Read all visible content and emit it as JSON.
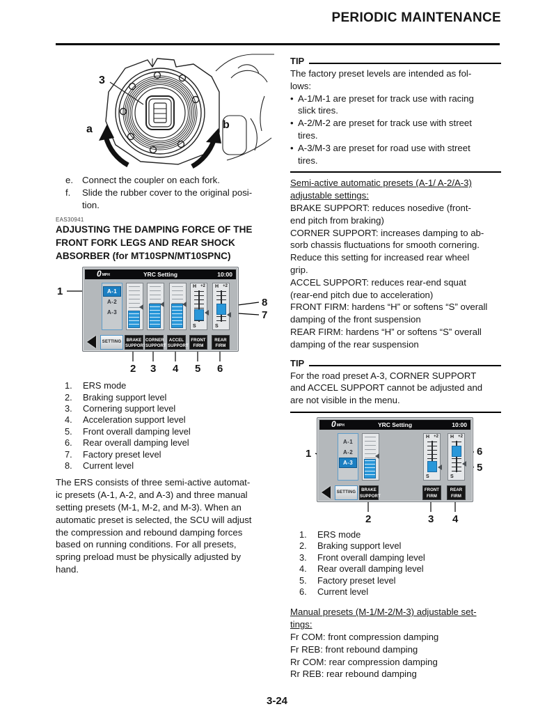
{
  "header": {
    "title": "PERIODIC MAINTENANCE"
  },
  "footer": {
    "page_number": "3-24"
  },
  "colors": {
    "accent_blue": "#1b7fc2",
    "bar_blue": "#2997d9",
    "screen_background": "#b4b8bb",
    "dark_button": "#151515"
  },
  "left": {
    "fig_fork": {
      "callout_3": "3",
      "callout_a": "a",
      "callout_b": "b"
    },
    "steps": [
      {
        "marker": "e.",
        "text": "Connect the coupler on each fork."
      },
      {
        "marker": "f.",
        "text": "Slide the rubber cover to the original posi-\ntion."
      }
    ],
    "section_code": "EAS30941",
    "section_title": "ADJUSTING THE DAMPING FORCE OF THE\nFRONT FORK LEGS AND REAR SHOCK\nABSORBER (for MT10SPN/MT10SPNC)",
    "fig1_list": [
      {
        "n": "1.",
        "text": "ERS mode"
      },
      {
        "n": "2.",
        "text": "Braking support level"
      },
      {
        "n": "3.",
        "text": "Cornering support level"
      },
      {
        "n": "4.",
        "text": "Acceleration support level"
      },
      {
        "n": "5.",
        "text": "Front overall damping level"
      },
      {
        "n": "6.",
        "text": "Rear overall damping level"
      },
      {
        "n": "7.",
        "text": "Factory preset level"
      },
      {
        "n": "8.",
        "text": "Current level"
      }
    ],
    "paragraph": "The ERS consists of three semi-active automat-\nic presets (A-1, A-2, and A-3) and three manual\nsetting presets (M-1, M-2, and M-3). When an\nautomatic preset is selected, the SCU will adjust\nthe compression and rebound damping forces\nbased on running conditions. For all presets,\nspring preload must be physically adjusted by\nhand."
  },
  "right": {
    "bullet_glyph": "•",
    "tip1": {
      "label": "TIP",
      "intro": "The factory preset levels are intended as fol-\nlows:",
      "bullets": [
        "A-1/M-1 are preset for track use with racing\nslick tires.",
        "A-2/M-2 are preset for track use with street\ntires.",
        "A-3/M-3 are preset for road use with street\ntires."
      ]
    },
    "semi_heading": "Semi-active automatic presets (A-1/ A-2/A-3)\nadjustable settings:",
    "semi_body": "BRAKE SUPPORT: reduces nosedive (front-\nend pitch from braking)\nCORNER SUPPORT: increases damping to ab-\nsorb chassis fluctuations for smooth cornering.\nReduce this setting for increased rear wheel\ngrip.\nACCEL SUPPORT: reduces rear-end squat\n(rear-end pitch due to acceleration)\nFRONT FIRM: hardens “H” or softens “S” overall\ndamping of the front suspension\nREAR FIRM: hardens “H” or softens “S” overall\ndamping of the rear suspension",
    "tip2": {
      "label": "TIP",
      "text": "For the road preset A-3, CORNER SUPPORT\nand ACCEL SUPPORT cannot be adjusted and\nare not visible in the menu."
    },
    "fig2_list": [
      {
        "n": "1.",
        "text": "ERS mode"
      },
      {
        "n": "2.",
        "text": "Braking support level"
      },
      {
        "n": "3.",
        "text": "Front overall damping level"
      },
      {
        "n": "4.",
        "text": "Rear overall damping level"
      },
      {
        "n": "5.",
        "text": "Factory preset level"
      },
      {
        "n": "6.",
        "text": "Current level"
      }
    ],
    "manual_heading": "Manual presets (M-1/M-2/M-3) adjustable set-\ntings:",
    "manual_body": "Fr COM: front compression damping\nFr REB: front rebound damping\nRr COM: rear compression damping\nRr REB: rear rebound damping"
  },
  "screen1": {
    "speed": "0",
    "speed_unit": "MPH",
    "title": "YRC Setting",
    "time": "10:00",
    "modes": [
      {
        "label": "A-1"
      },
      {
        "label": "A-2"
      },
      {
        "label": "A-3"
      }
    ],
    "active_mode": "A-1",
    "setting_label": "SETTING",
    "buttons": [
      "BRAKE\nSUPPORT",
      "CORNER\nSUPPORT",
      "ACCEL\nSUPPORT",
      "FRONT\nFIRM",
      "REAR\nFIRM"
    ],
    "scale": {
      "top": "H",
      "plus": "+2",
      "bottom": "S"
    },
    "callouts": {
      "c1": "1",
      "c2": "2",
      "c3": "3",
      "c4": "4",
      "c5": "5",
      "c6": "6",
      "c7": "7",
      "c8": "8"
    }
  },
  "screen2": {
    "speed": "0",
    "speed_unit": "MPH",
    "title": "YRC Setting",
    "time": "10:00",
    "modes": [
      {
        "label": "A-1"
      },
      {
        "label": "A-2"
      },
      {
        "label": "A-3"
      }
    ],
    "active_mode": "A-3",
    "setting_label": "SETTING",
    "buttons": [
      "BRAKE\nSUPPORT",
      "FRONT\nFIRM",
      "REAR\nFIRM"
    ],
    "scale": {
      "top": "H",
      "plus": "+2",
      "bottom": "S"
    },
    "callouts": {
      "c1": "1",
      "c2": "2",
      "c3": "3",
      "c4": "4",
      "c5": "5",
      "c6": "6"
    }
  }
}
